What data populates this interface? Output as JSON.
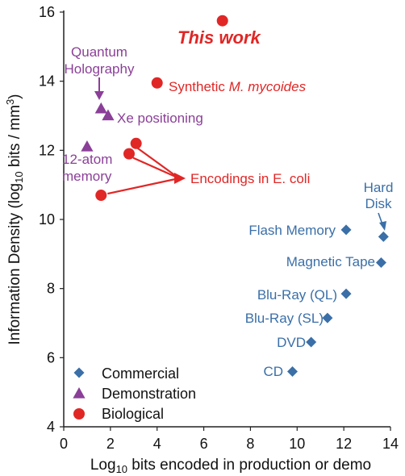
{
  "chart_data": {
    "type": "scatter",
    "xlabel": "Log10 bits encoded in production or demo",
    "xlabel_parts": [
      "Log",
      "10",
      " bits encoded in production or demo"
    ],
    "ylabel": "Information Density (log10 bits / mm3)",
    "ylabel_parts": [
      "Information Density (log",
      "10",
      " bits / mm",
      "3",
      ")"
    ],
    "xlim": [
      0,
      14
    ],
    "ylim": [
      4,
      16
    ],
    "xticks": [
      0,
      2,
      4,
      6,
      8,
      10,
      12,
      14
    ],
    "yticks": [
      4,
      6,
      8,
      10,
      12,
      14,
      16
    ],
    "grid": false,
    "legend_placement": "bottom-left",
    "colors": {
      "commercial": "#3a6fa8",
      "demonstration": "#8b3f98",
      "biological": "#e02726"
    },
    "series": [
      {
        "name": "Commercial",
        "marker": "diamond",
        "points": [
          {
            "x": 13.7,
            "y": 9.5
          },
          {
            "x": 12.1,
            "y": 9.7
          },
          {
            "x": 13.6,
            "y": 8.75
          },
          {
            "x": 12.1,
            "y": 7.85
          },
          {
            "x": 11.3,
            "y": 7.15
          },
          {
            "x": 10.6,
            "y": 6.45
          },
          {
            "x": 9.8,
            "y": 5.6
          }
        ]
      },
      {
        "name": "Demonstration",
        "marker": "triangle",
        "points": [
          {
            "x": 1.6,
            "y": 13.2
          },
          {
            "x": 1.9,
            "y": 13.0
          },
          {
            "x": 1.0,
            "y": 12.1
          }
        ]
      },
      {
        "name": "Biological",
        "marker": "circle",
        "points": [
          {
            "x": 6.8,
            "y": 15.75
          },
          {
            "x": 4.0,
            "y": 13.95
          },
          {
            "x": 3.1,
            "y": 12.2
          },
          {
            "x": 2.8,
            "y": 11.9
          },
          {
            "x": 1.6,
            "y": 10.7
          }
        ]
      }
    ],
    "annotations": [
      {
        "id": "this-work",
        "text": "This work",
        "color": "#e02726"
      },
      {
        "id": "quantum-1",
        "text": "Quantum",
        "color": "#8b3f98"
      },
      {
        "id": "quantum-2",
        "text": "Holography",
        "color": "#8b3f98"
      },
      {
        "id": "synthetic-1",
        "text": "Synthetic ",
        "color": "#e02726"
      },
      {
        "id": "synthetic-2",
        "text": "M. mycoides",
        "color": "#e02726"
      },
      {
        "id": "xe",
        "text": "Xe positioning",
        "color": "#8b3f98"
      },
      {
        "id": "atom-1",
        "text": "12-atom",
        "color": "#8b3f98"
      },
      {
        "id": "atom-2",
        "text": "memory",
        "color": "#8b3f98"
      },
      {
        "id": "ecoli",
        "text": "Encodings in E. coli",
        "color": "#e02726"
      },
      {
        "id": "hard-1",
        "text": "Hard",
        "color": "#3a6fa8"
      },
      {
        "id": "hard-2",
        "text": "Disk",
        "color": "#3a6fa8"
      },
      {
        "id": "flash",
        "text": "Flash Memory",
        "color": "#3a6fa8"
      },
      {
        "id": "tape",
        "text": "Magnetic Tape",
        "color": "#3a6fa8"
      },
      {
        "id": "bql",
        "text": "Blu-Ray (QL)",
        "color": "#3a6fa8"
      },
      {
        "id": "bsl",
        "text": "Blu-Ray (SL)",
        "color": "#3a6fa8"
      },
      {
        "id": "dvd",
        "text": "DVD",
        "color": "#3a6fa8"
      },
      {
        "id": "cd",
        "text": "CD",
        "color": "#3a6fa8"
      }
    ]
  }
}
